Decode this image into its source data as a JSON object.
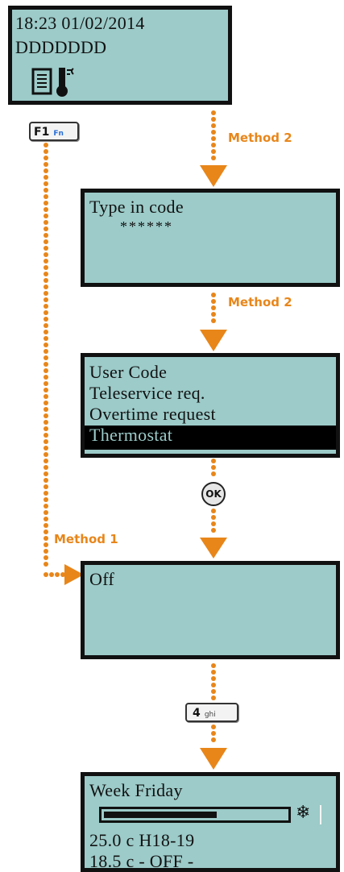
{
  "screens": {
    "home": {
      "line1": "18:23 01/02/2014",
      "line2": "DDDDDDD",
      "icons": [
        "document-list-icon",
        "thermometer-icon"
      ]
    },
    "code": {
      "line1": "Type in code",
      "line2": "******"
    },
    "menu": {
      "items": [
        "User Code",
        "Teleservice req.",
        "Overtime request",
        "Thermostat"
      ],
      "selected": "Thermostat"
    },
    "off": {
      "line1": "Off"
    },
    "week": {
      "line1": "Week Friday",
      "line3": "25.0 c H18-19",
      "line4": "18.5 c  - OFF -",
      "bar_fill": 0.62,
      "icon": "snowflake-icon"
    }
  },
  "labels": {
    "method2": "Method 2",
    "method1": "Method 1"
  },
  "keys": {
    "f1_main": "F1",
    "f1_sub": "Fn",
    "ok": "OK",
    "four_main": "4",
    "four_sub": "ghi"
  },
  "colors": {
    "lcd_bg": "#9ccbc9",
    "arrow": "#e8861a",
    "border": "#111111"
  }
}
